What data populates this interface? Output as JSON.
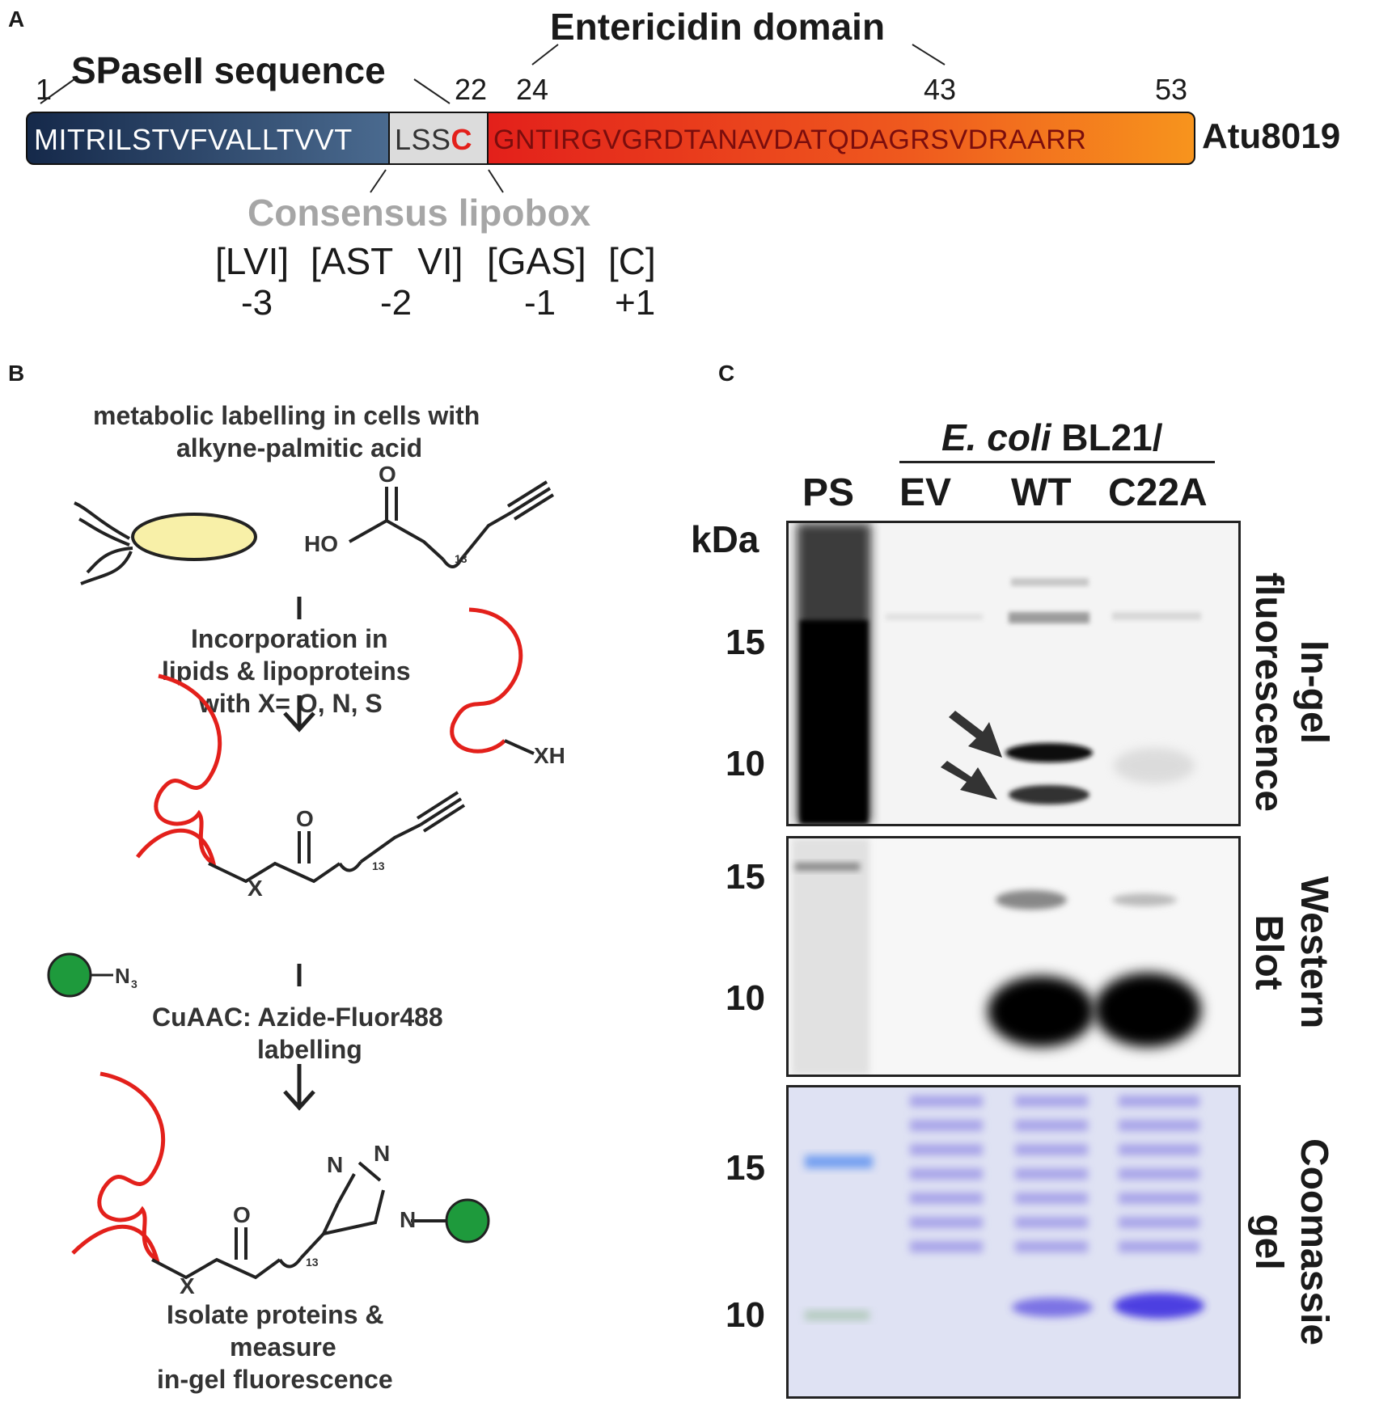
{
  "panelA": {
    "letter": "A",
    "spaseII_label": "SPaseII sequence",
    "entericidin_label": "Entericidin domain",
    "positions": [
      "1",
      "22",
      "24",
      "43",
      "53"
    ],
    "signal_seq": "MITRILSTVFVALLTVVT",
    "lipobox_seq": "LSS",
    "lipobox_cys": "C",
    "domain_seq": "GNTIRGVGRDTANAVDATQDAGRSVDRAARR",
    "protein_name": "Atu8019",
    "consensus_title": "Consensus lipobox",
    "consensus_motif": [
      "[LVI]",
      "[AST VI]",
      "[GAS]",
      "[C]"
    ],
    "consensus_positions": [
      "-3",
      "-2",
      "-1",
      "+1"
    ],
    "colors": {
      "signal": "#1c3557",
      "lipobox": "#dcdcdc",
      "domain_start": "#e3201b",
      "domain_end": "#f7941d",
      "cys": "#e3201b",
      "consensus_title": "#a6a6a6"
    }
  },
  "panelB": {
    "letter": "B",
    "step1": [
      "metabolic labelling in cells with",
      "alkyne-palmitic acid"
    ],
    "step2": [
      "Incorporation in",
      "lipids & lipoproteins",
      "with X= O, N, S"
    ],
    "step3": [
      "CuAAC: Azide-Fluor488",
      "labelling"
    ],
    "step4": [
      "Isolate proteins &",
      "measure",
      "in-gel fluorescence"
    ],
    "chem": {
      "ho": "HO",
      "o": "O",
      "x": "X",
      "xh": "XH",
      "n3": "N",
      "n3_sub": "3",
      "sub13": "13",
      "triazole_n1": "N",
      "triazole_n2": "N",
      "triazole_n3": "N"
    },
    "colors": {
      "protein": "#e3201b",
      "fluor": "#1e9a3c",
      "cell": "#f8f0a8"
    }
  },
  "panelC": {
    "letter": "C",
    "strain_italic": "E. coli",
    "strain_rest": " BL21/",
    "lanes": [
      "PS",
      "EV",
      "WT",
      "C22A"
    ],
    "kda_label": "kDa",
    "gel1_markers": [
      "15",
      "10"
    ],
    "gel2_markers": [
      "15",
      "10"
    ],
    "gel3_markers": [
      "15",
      "10"
    ],
    "gel1_label": [
      "In-gel",
      "fluorescence"
    ],
    "gel2_label": [
      "Western",
      "Blot"
    ],
    "gel3_label": [
      "Coomassie",
      "gel"
    ]
  }
}
